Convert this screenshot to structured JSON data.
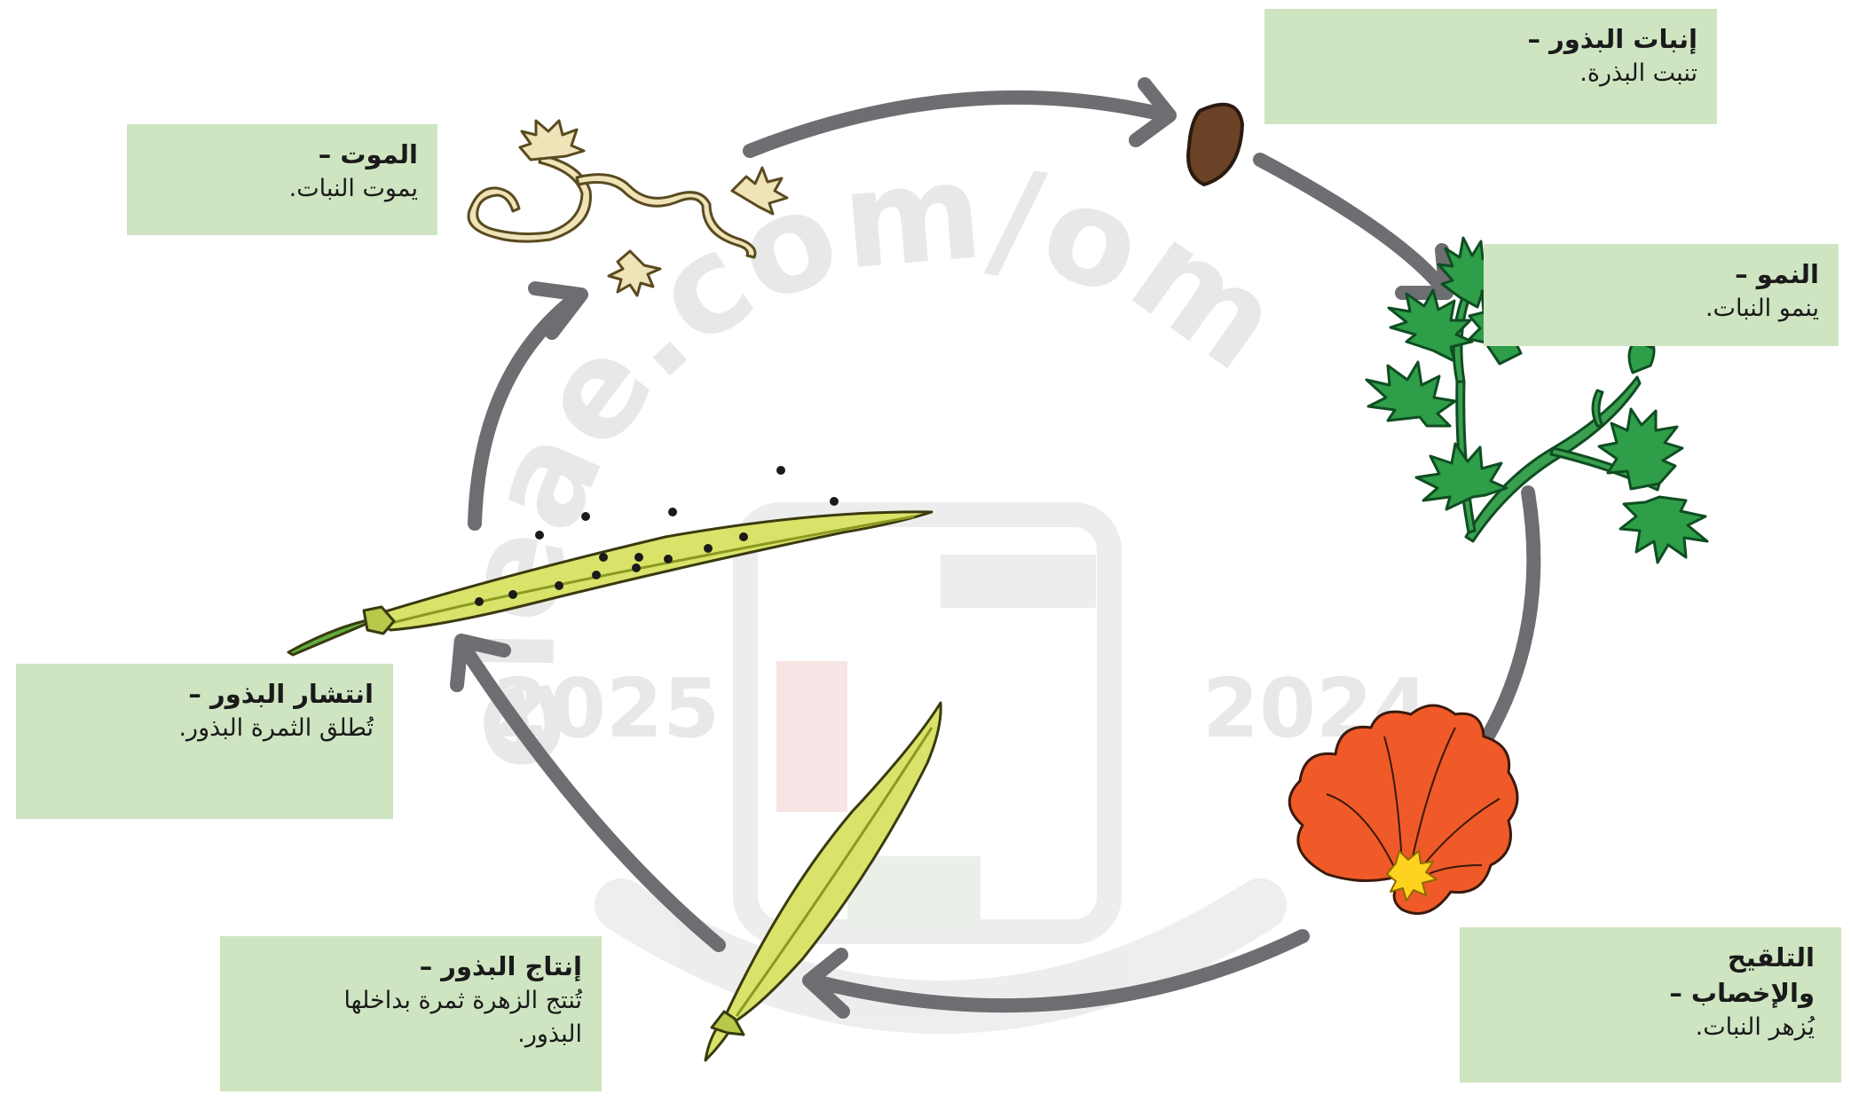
{
  "stages": [
    {
      "id": "germination",
      "title": "إنبات البذور –",
      "desc": "تنبت البذرة."
    },
    {
      "id": "growth",
      "title": "النمو –",
      "desc": "ينمو النبات."
    },
    {
      "id": "pollination",
      "title": "التلقيح والإخصاب –",
      "desc": "يُزهر النبات."
    },
    {
      "id": "seed-production",
      "title": "إنتاج البذور –",
      "desc": "تُنتج الزهرة ثمرة بداخلها البذور."
    },
    {
      "id": "seed-dispersal",
      "title": "انتشار البذور –",
      "desc": "تُطلق الثمرة البذور."
    },
    {
      "id": "death",
      "title": "الموت –",
      "desc": "يموت النبات."
    }
  ],
  "watermark": {
    "site": "eleae.com/om",
    "year_left": "2025",
    "year_right": "2024"
  },
  "colors": {
    "arrow": "#6d6e71",
    "label_bg": "#cfe5c2",
    "seed": "#6b4226",
    "leaf": "#2e9e48",
    "flower": "#f05a28",
    "pod": "#d9e36a",
    "dead_plant": "#efe3b8"
  }
}
